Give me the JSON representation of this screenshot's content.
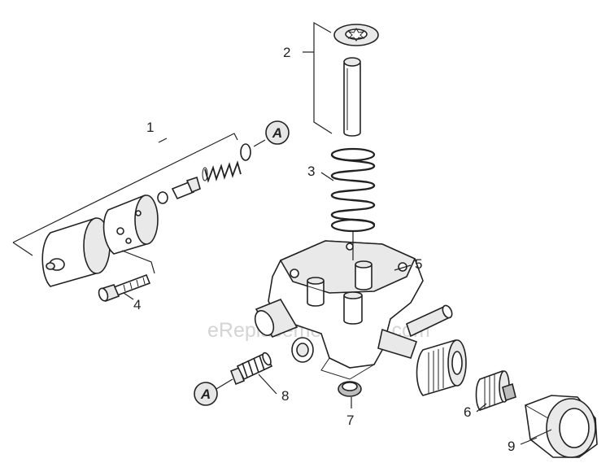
{
  "diagram": {
    "watermark": "eReplacementParts.com",
    "callouts": [
      {
        "id": "1",
        "label": "1"
      },
      {
        "id": "2",
        "label": "2"
      },
      {
        "id": "3",
        "label": "3"
      },
      {
        "id": "4",
        "label": "4"
      },
      {
        "id": "5",
        "label": "5"
      },
      {
        "id": "6",
        "label": "6"
      },
      {
        "id": "7",
        "label": "7"
      },
      {
        "id": "8",
        "label": "8"
      },
      {
        "id": "9",
        "label": "9"
      }
    ],
    "connection_marks": [
      {
        "id": "a-top",
        "label": "A"
      },
      {
        "id": "a-bottom",
        "label": "A"
      }
    ]
  }
}
